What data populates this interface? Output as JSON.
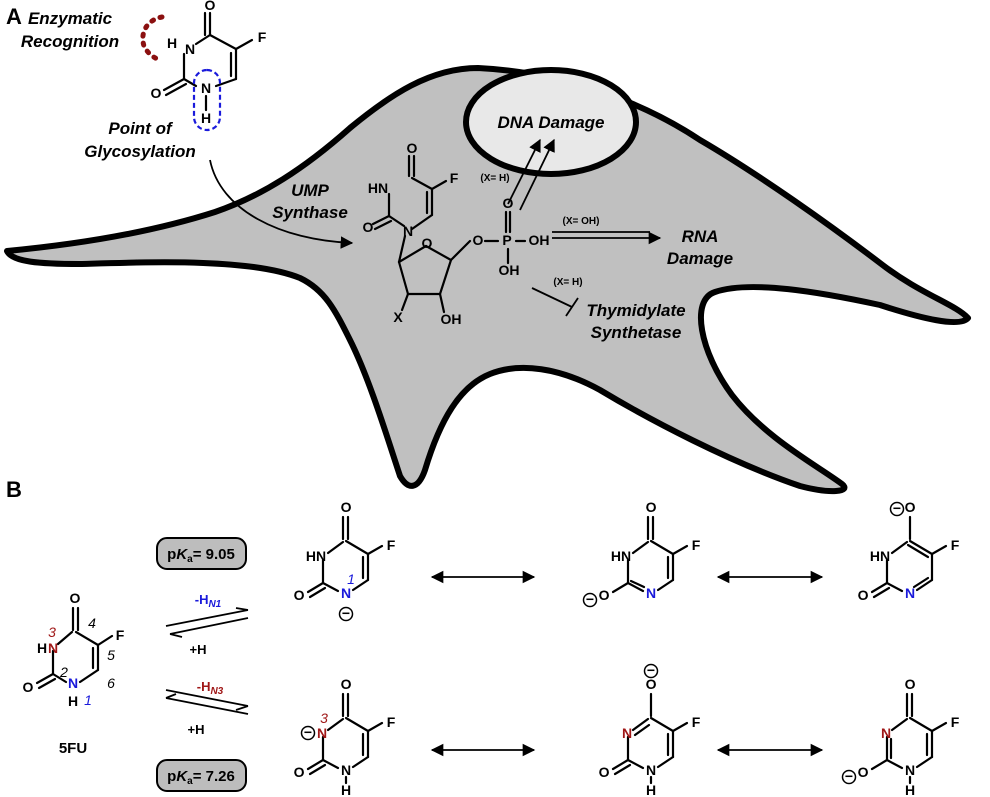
{
  "panels": {
    "a": "A",
    "b": "B"
  },
  "panel_a": {
    "labels": {
      "recognition_1": "Enzymatic",
      "recognition_2": "Recognition",
      "glyco_1": "Point of",
      "glyco_2": "Glycosylation",
      "ump_1": "UMP",
      "ump_2": "Synthase",
      "dna": "DNA Damage",
      "rna_1": "RNA",
      "rna_2": "Damage",
      "ts_1": "Thymidylate",
      "ts_2": "Synthetase",
      "cond_dna": "(X= H)",
      "cond_rna": "(X= OH)",
      "cond_ts": "(X= H)"
    },
    "atoms": {
      "o": "O",
      "f": "F",
      "n": "N",
      "h": "H",
      "hn": "HN",
      "x": "X",
      "oh": "OH",
      "p": "P"
    }
  },
  "panel_b": {
    "compound": "5FU",
    "pka_n1_prefix": "p",
    "pka_n1_k": "K",
    "pka_n1_sub": "a",
    "pka_n1_value": "= 9.05",
    "pka_n3_prefix": "p",
    "pka_n3_k": "K",
    "pka_n3_sub": "a",
    "pka_n3_value": "= 7.26",
    "minus_h_n1": "-H",
    "minus_h_n1_sub": "N1",
    "minus_h_n3": "-H",
    "minus_h_n3_sub": "N3",
    "plus_h": "+H",
    "ring_numbers": {
      "n1": "1",
      "c2": "2",
      "n3": "3",
      "c4": "4",
      "c5": "5",
      "c6": "6"
    },
    "charge": "−"
  },
  "colors": {
    "cell_fill": "#c0c0c0",
    "nucleus_fill": "#e8e8e8",
    "n1_blue": "#1a1adb",
    "n3_red": "#a01818",
    "recognition_red": "#8b1010",
    "pka_box": "#bdbdbd"
  }
}
